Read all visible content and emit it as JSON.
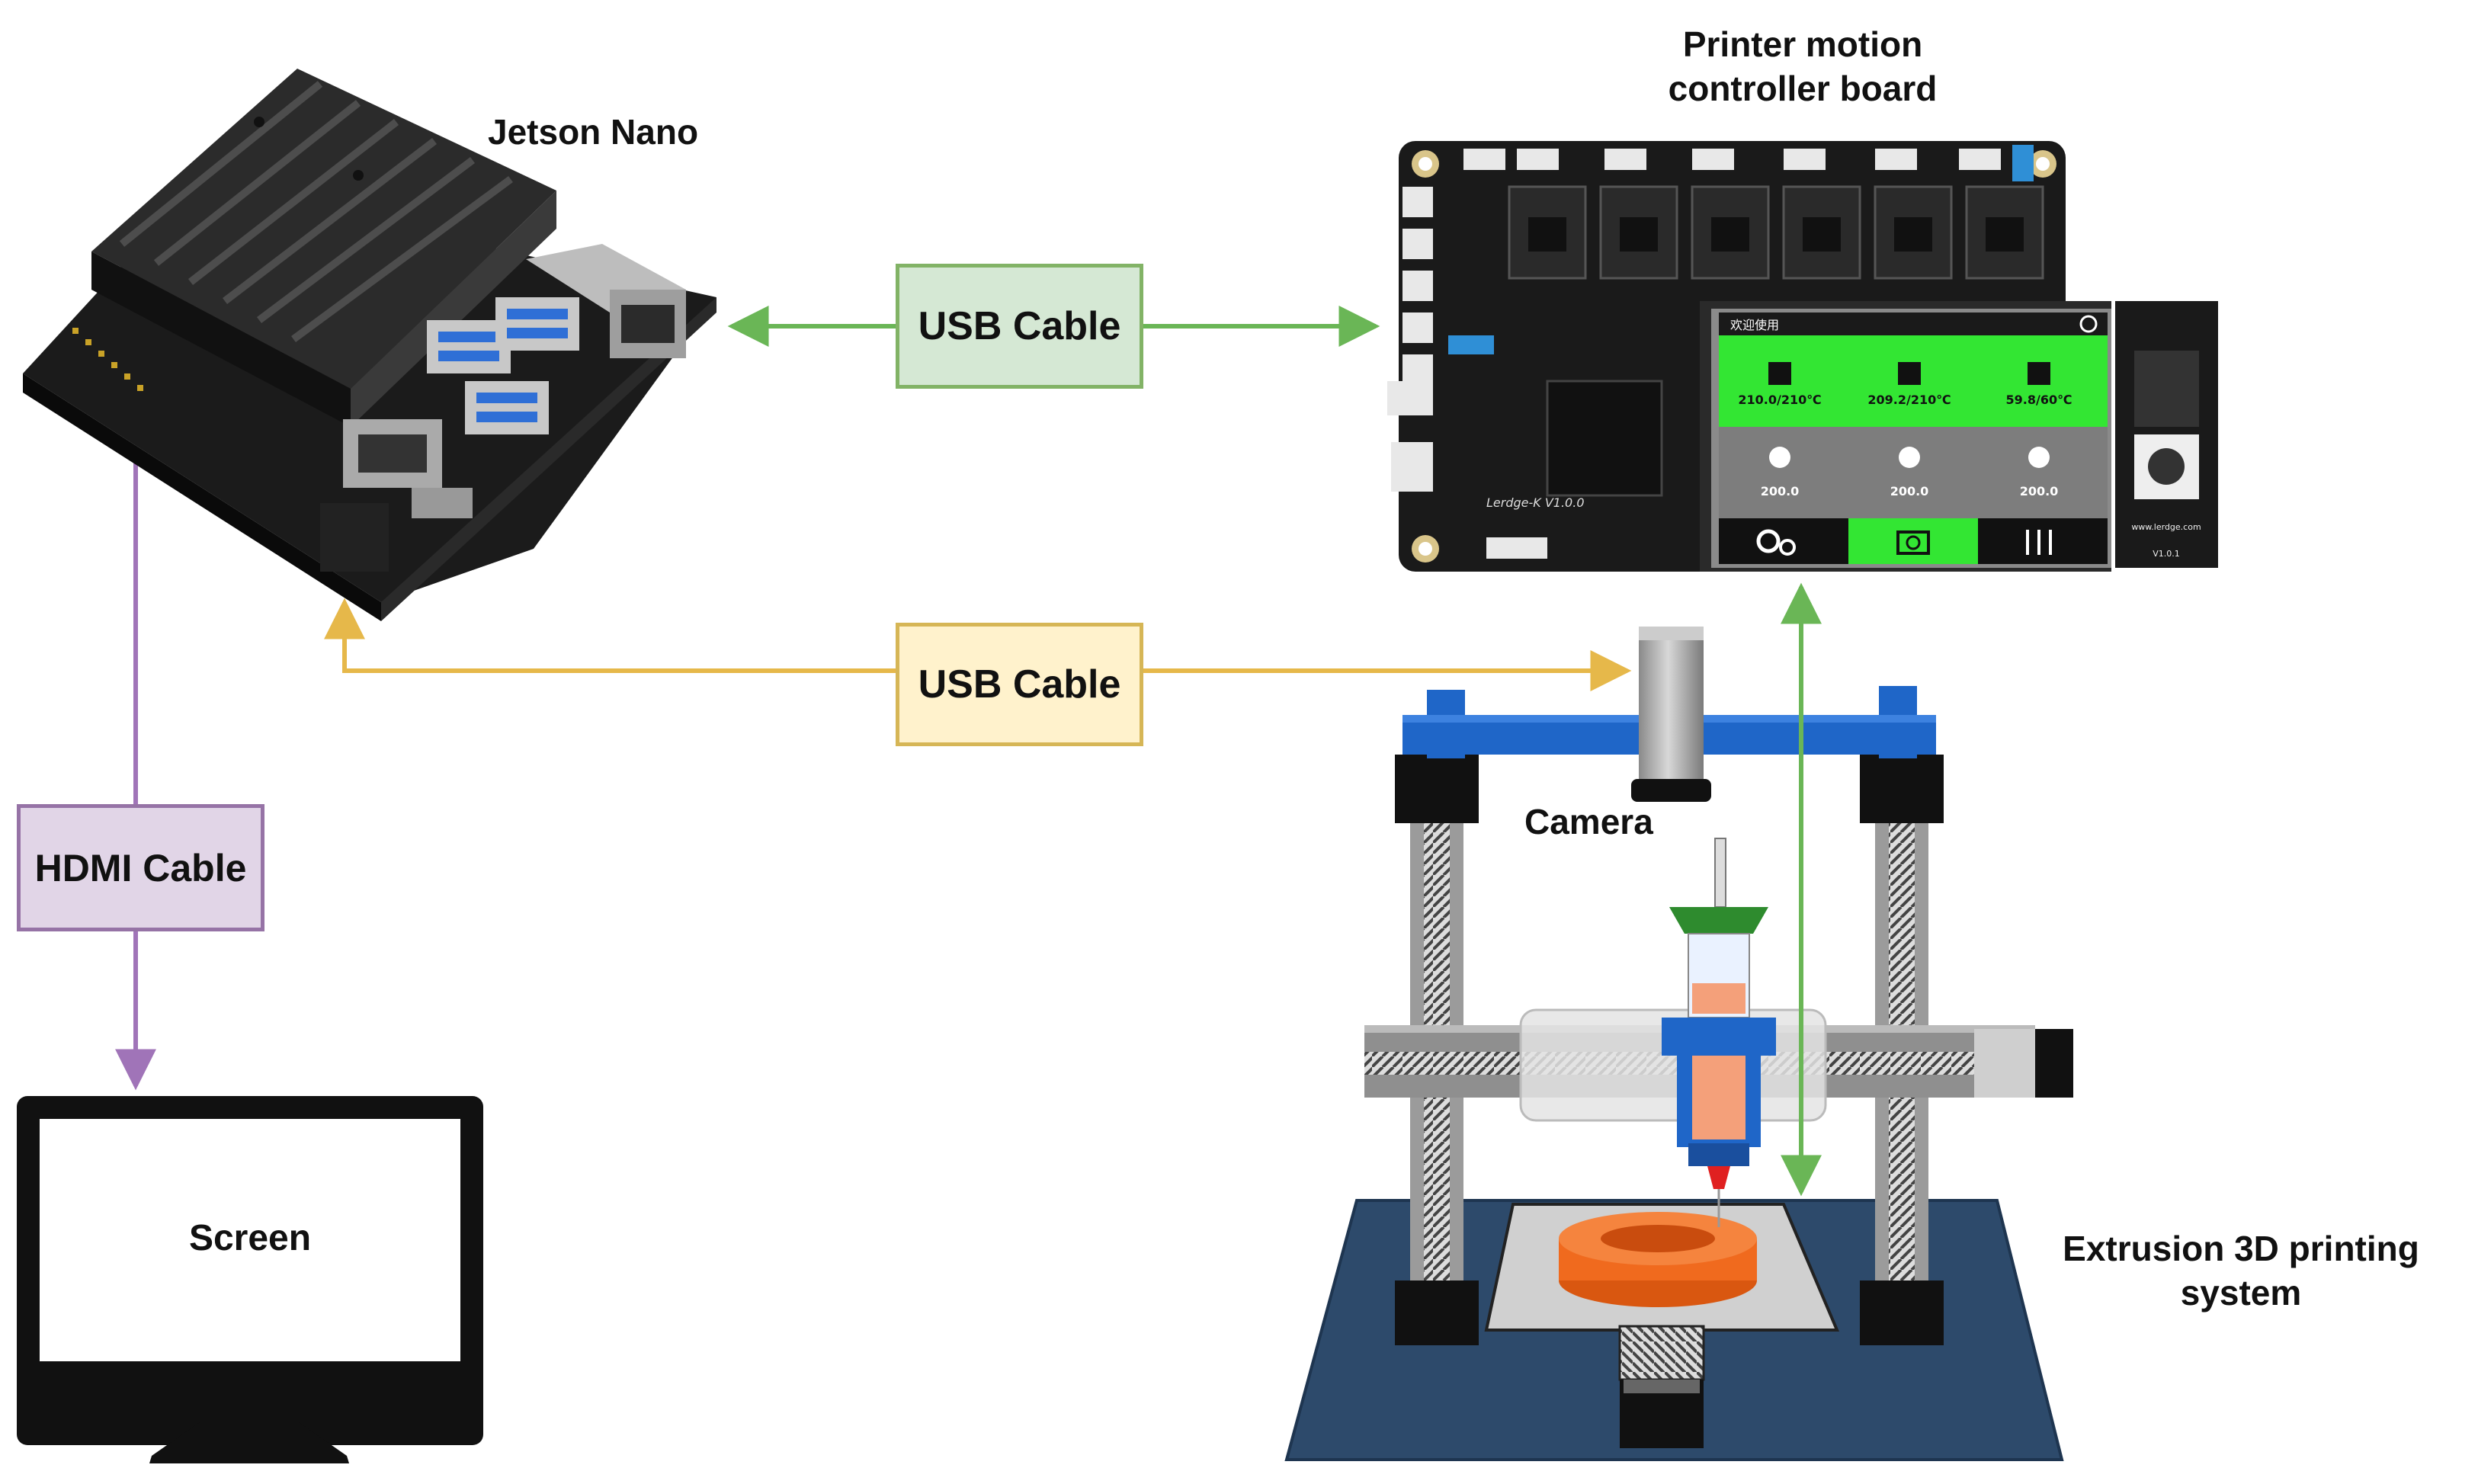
{
  "labels": {
    "jetson": "Jetson Nano",
    "controller": "Printer motion controller board",
    "camera": "Camera",
    "screen": "Screen",
    "printer": "Extrusion 3D printing system"
  },
  "cables": {
    "usb_top": "USB Cable",
    "usb_bottom": "USB Cable",
    "hdmi": "HDMI Cable"
  },
  "lcd": {
    "header": "欢迎使用",
    "temps": [
      "210.0/210℃",
      "209.2/210℃",
      "59.8/60℃"
    ],
    "positions": [
      "200.0",
      "200.0",
      "200.0"
    ]
  },
  "board": {
    "brand": "Lerdge-K V1.0.0",
    "site": "www.lerdge.com",
    "version": "V1.0.1"
  },
  "colors": {
    "green_arrow": "#6ab656",
    "green_box_fill": "#d5e8d4",
    "green_box_border": "#82b366",
    "yellow_arrow": "#e6b84a",
    "yellow_box_fill": "#fff2cc",
    "yellow_box_border": "#d6b656",
    "purple_arrow": "#a074b8",
    "purple_box_fill": "#e1d5e7",
    "purple_box_border": "#9673a6",
    "lcd_green": "#33e633",
    "frame_blue": "#1f66c8",
    "bed_navy": "#2d4a6b",
    "print_orange": "#f06a1e"
  }
}
